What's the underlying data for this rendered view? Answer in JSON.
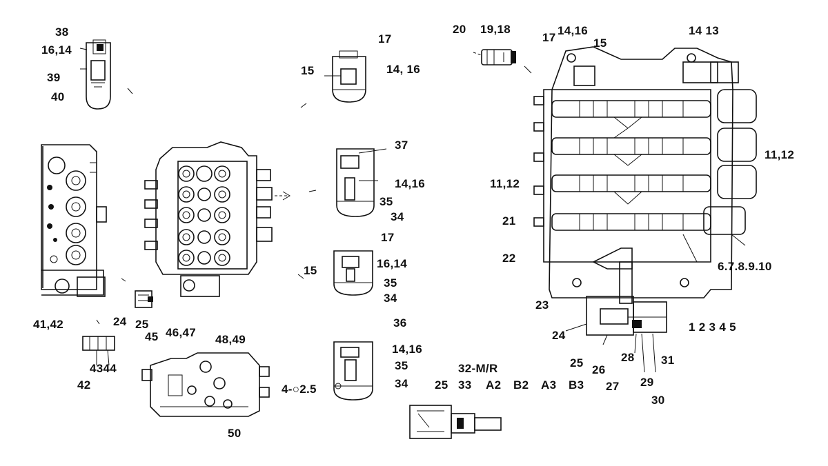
{
  "labels": {
    "l38": "38",
    "l16_14a": "16,14",
    "l39": "39",
    "l40": "40",
    "l17a": "17",
    "l14_16a": "14, 16",
    "l15a": "15",
    "l20": "20",
    "l19_18": "19,18",
    "l17b": "17",
    "l14_16b": "14,16",
    "l15b": "15",
    "l14_13": "14 13",
    "l37": "37",
    "l14_16c": "14,16",
    "l35a": "35",
    "l34a": "34",
    "l11_12a": "11,12",
    "l11_12b": "11,12",
    "l21": "21",
    "l22": "22",
    "l17c": "17",
    "l16_14b": "16,14",
    "l15c": "15",
    "l35b": "35",
    "l34b": "34",
    "l6_10": "6.7.8.9.10",
    "l23": "23",
    "l24a": "24",
    "l1_5": "1 2 3 4 5",
    "l25a": "25",
    "l26": "26",
    "l28": "28",
    "l31": "31",
    "l27": "27",
    "l29": "29",
    "l30": "30",
    "l41_42": "41,42",
    "l24b": "24",
    "l25b": "25",
    "l45": "45",
    "l46_47": "46,47",
    "l48_49": "48,49",
    "l43_44": "4344",
    "l42": "42",
    "l36": "36",
    "l14_16d": "14,16",
    "l35c": "35",
    "l34c": "34",
    "l4_25": "4-○2.5",
    "l32": "32-M/R",
    "l25c": "25",
    "l33": "33",
    "lA2": "A2",
    "lB2": "B2",
    "lA3": "A3",
    "lB3": "B3",
    "l50": "50"
  }
}
